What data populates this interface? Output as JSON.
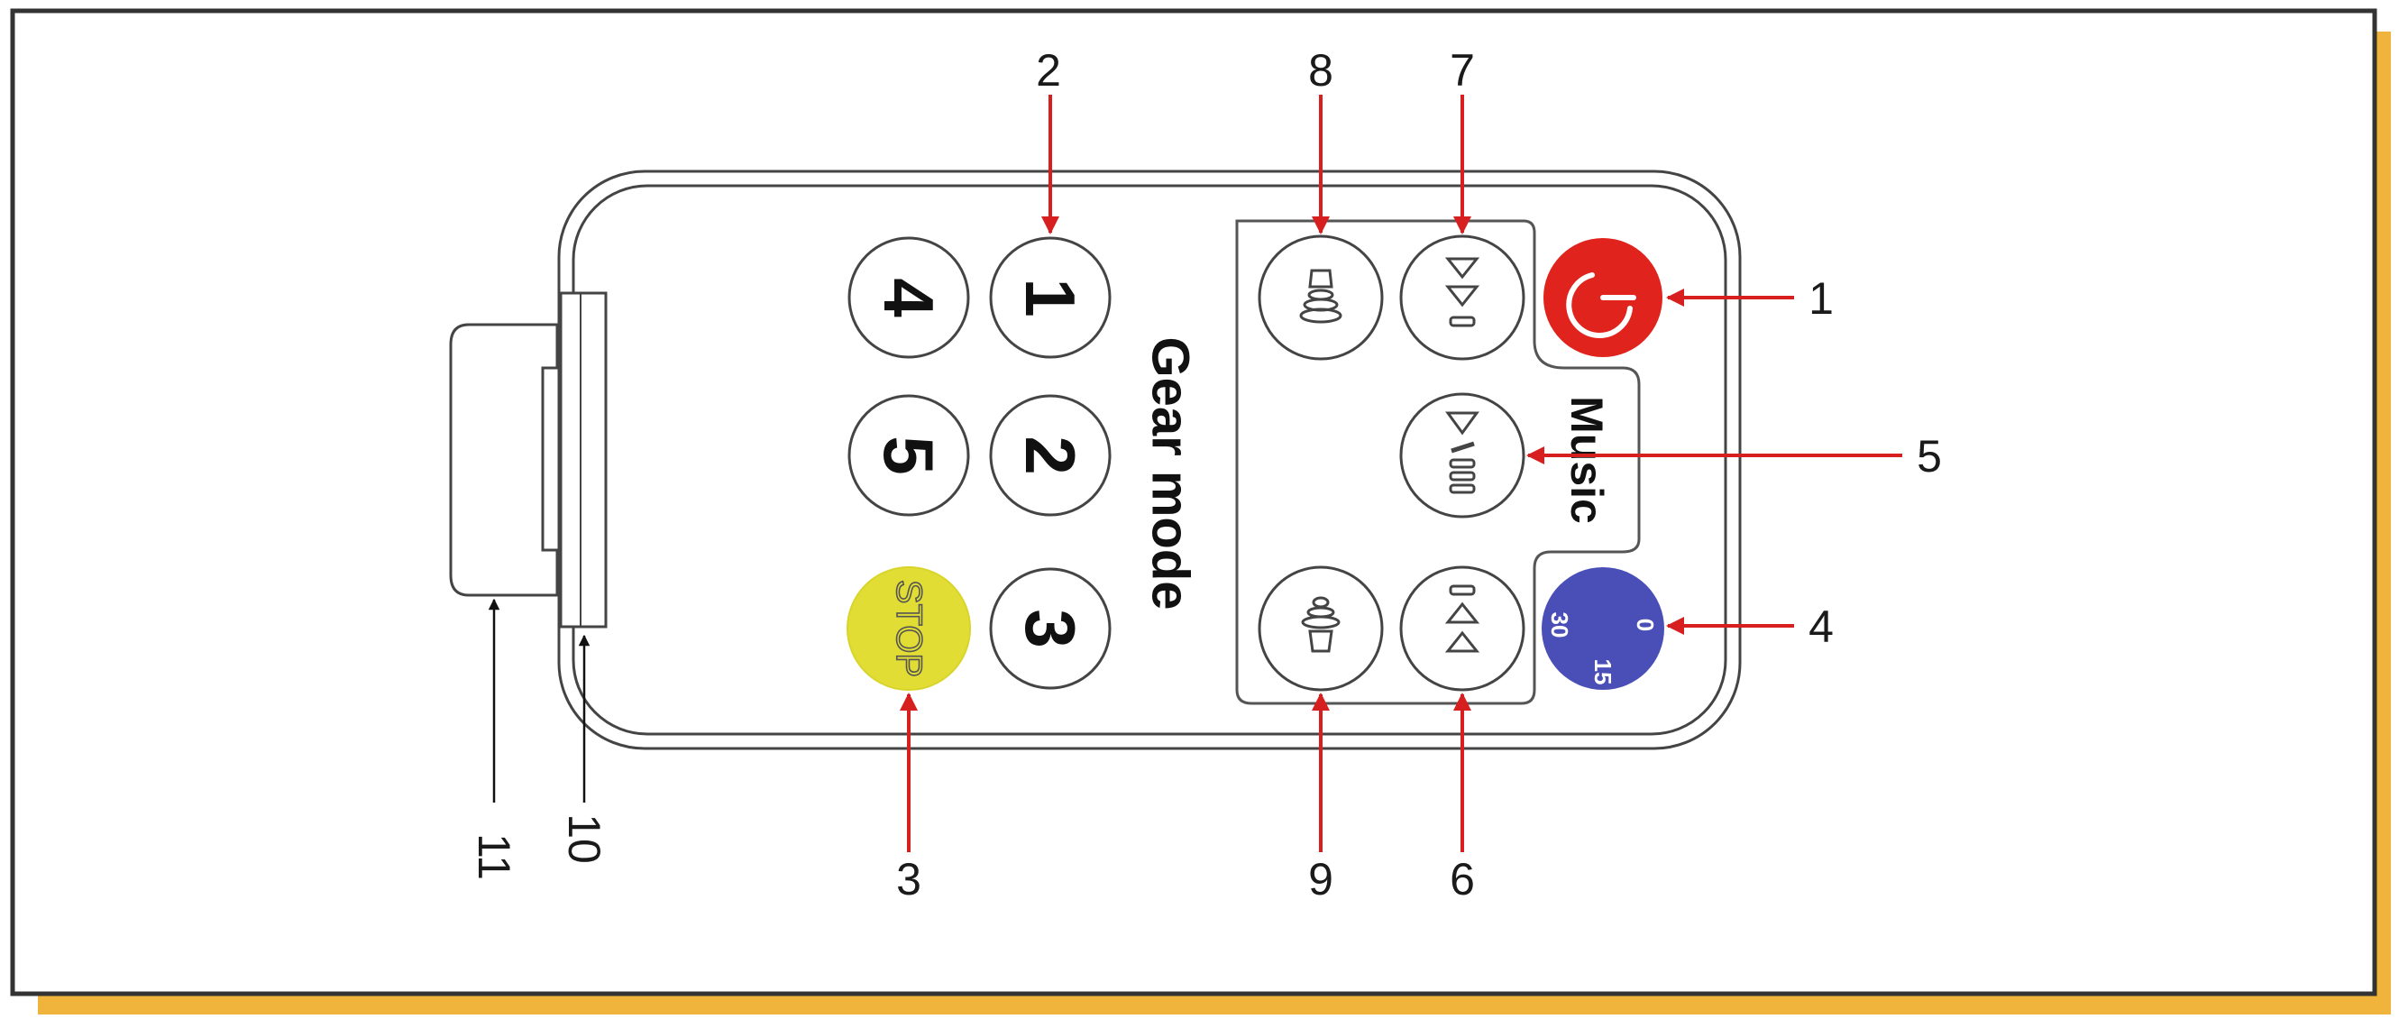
{
  "labels": {
    "gear_mode": "Gear mode",
    "music": "Music",
    "stop": "STOP"
  },
  "gear_buttons": [
    "1",
    "2",
    "3",
    "4",
    "5"
  ],
  "timer_dial": {
    "values": [
      "0",
      "15",
      "30"
    ],
    "color": "#4a4fb8"
  },
  "power_color": "#e0231c",
  "stop_color": "#e2dd35",
  "frame_shadow_color": "#f0b43c",
  "callouts": [
    "1",
    "2",
    "3",
    "4",
    "5",
    "6",
    "7",
    "8",
    "9",
    "10",
    "11"
  ]
}
